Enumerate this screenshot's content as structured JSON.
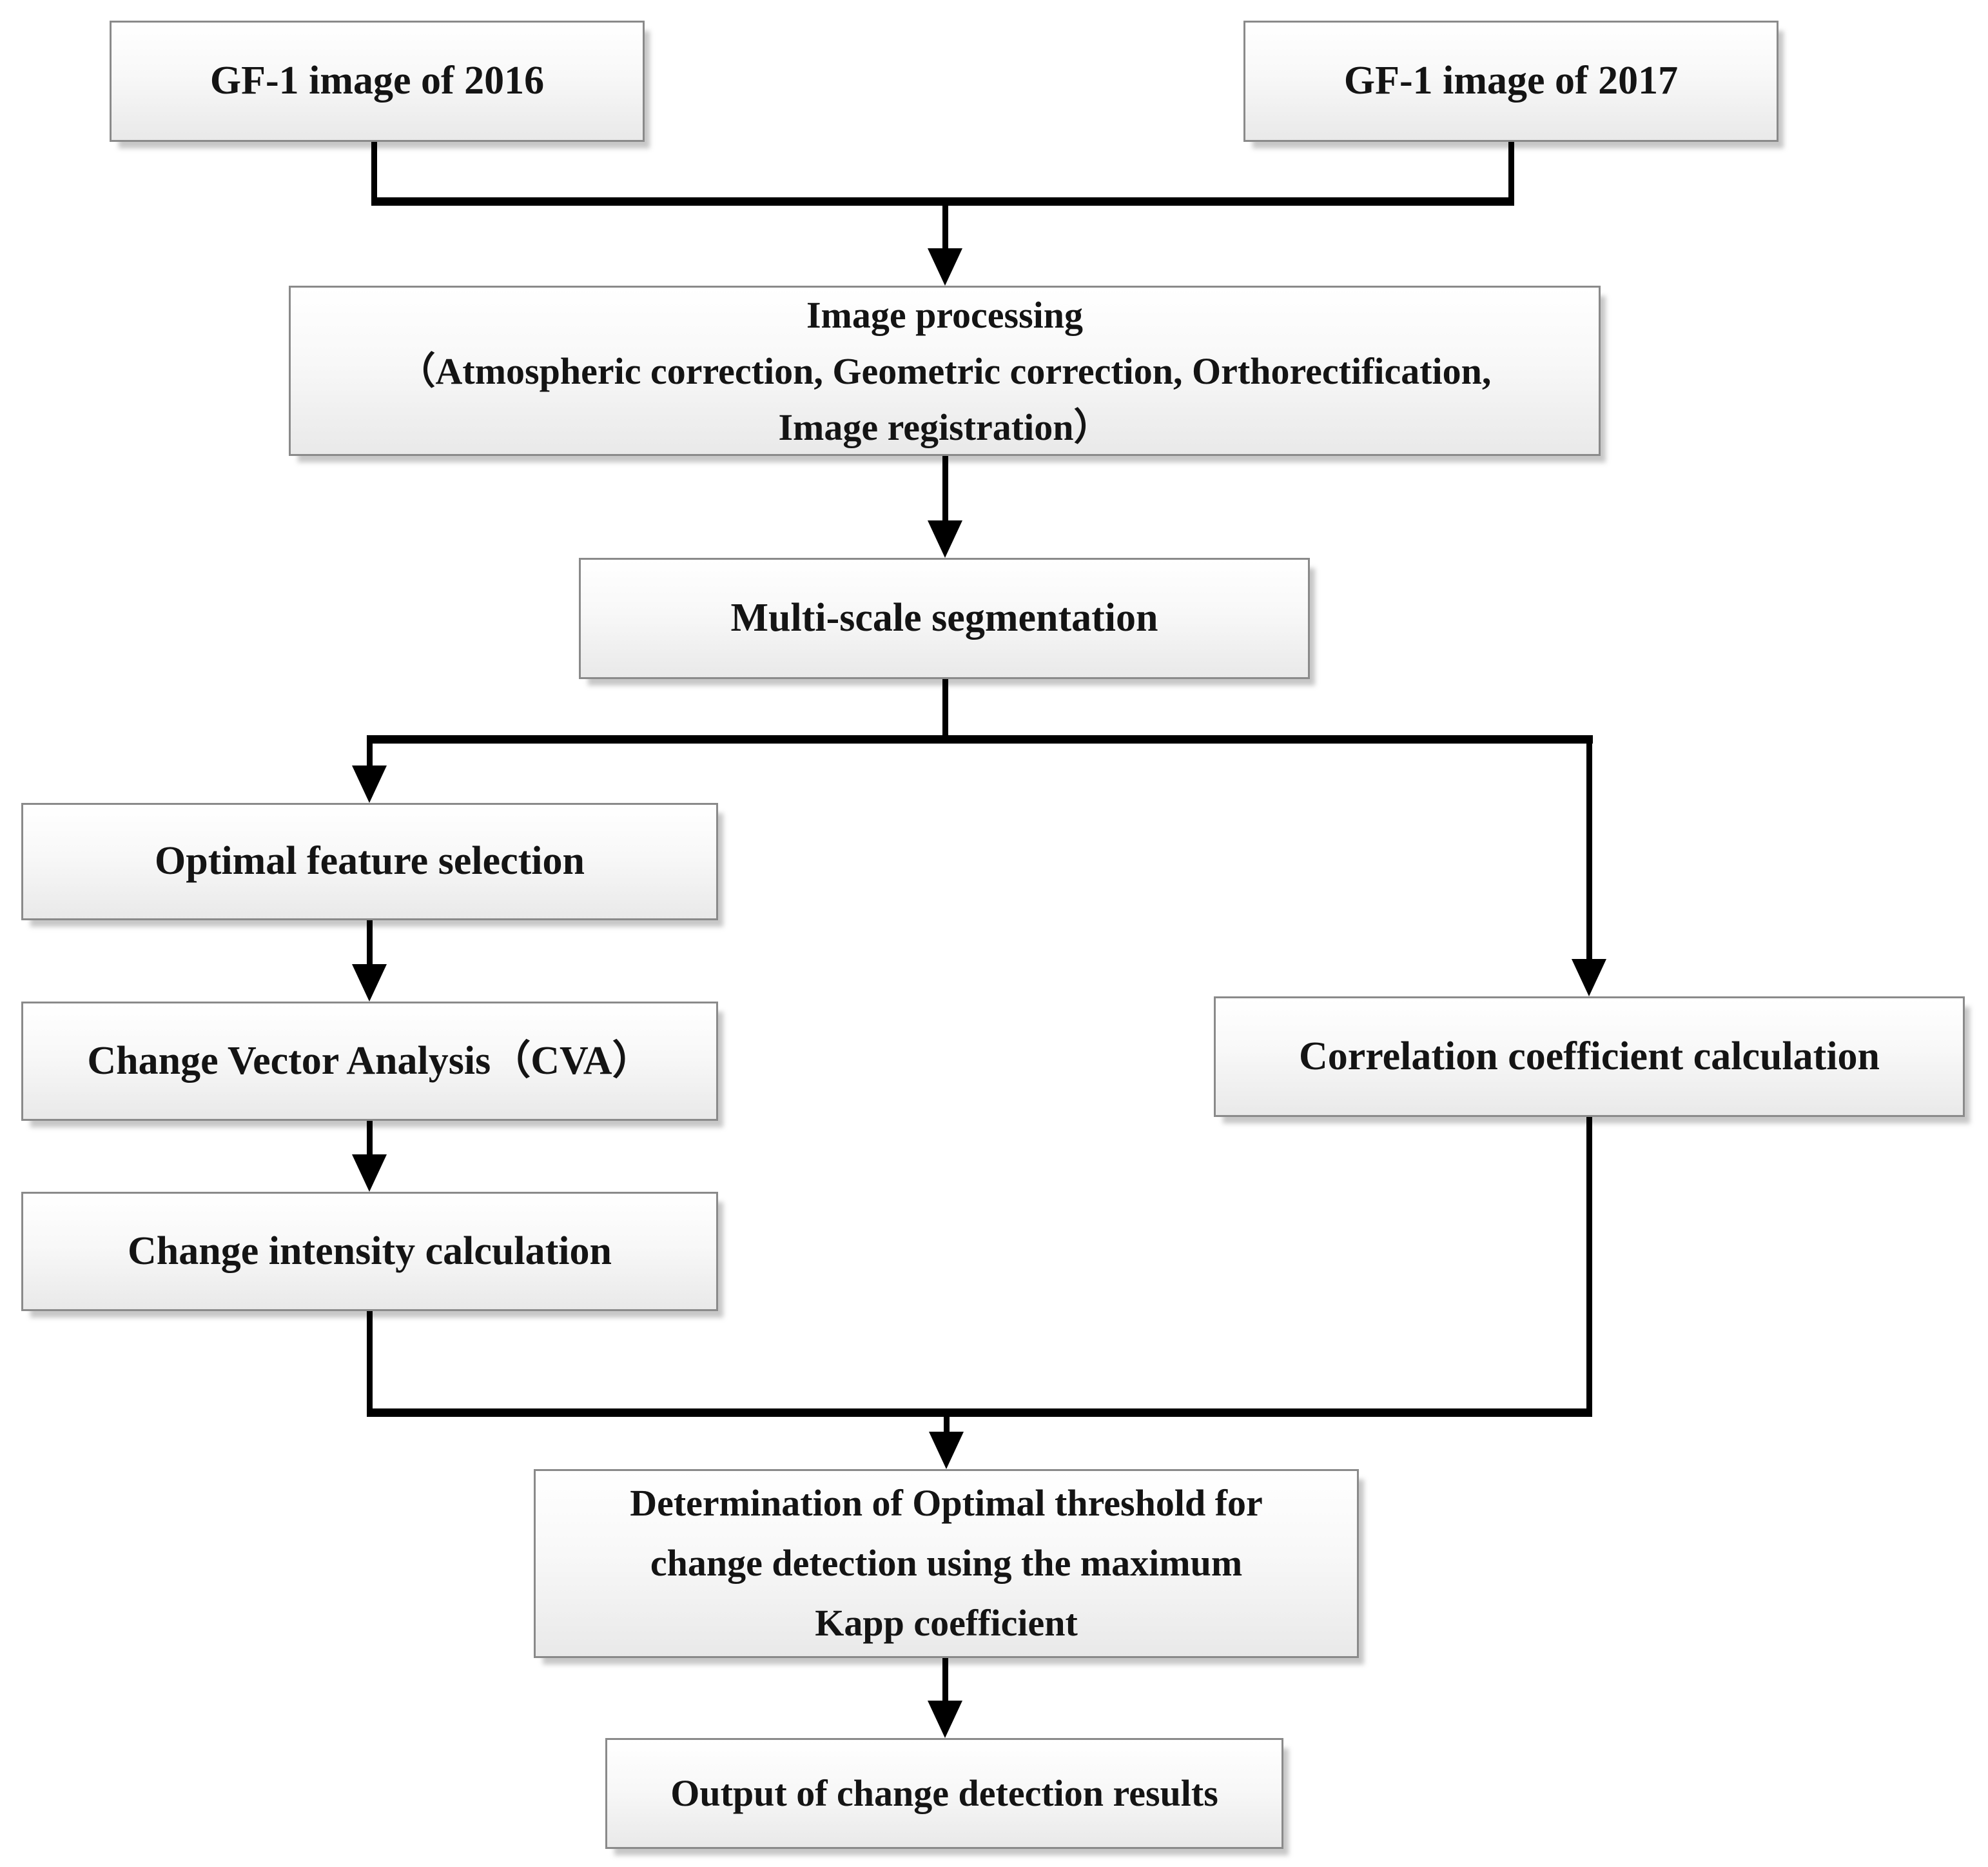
{
  "diagram": {
    "type": "flowchart",
    "nodes": [
      {
        "id": "gf1-2016",
        "label": "GF-1 image of 2016"
      },
      {
        "id": "gf1-2017",
        "label": "GF-1 image of 2017"
      },
      {
        "id": "image-processing",
        "label": "Image processing\n（Atmospheric correction, Geometric correction, Orthorectification,\nImage registration）"
      },
      {
        "id": "multi-scale-segmentation",
        "label": "Multi-scale segmentation"
      },
      {
        "id": "optimal-feature-selection",
        "label": "Optimal feature selection"
      },
      {
        "id": "change-vector-analysis",
        "label": "Change Vector Analysis（CVA）"
      },
      {
        "id": "change-intensity-calculation",
        "label": "Change intensity calculation"
      },
      {
        "id": "correlation-coefficient-calculation",
        "label": "Correlation coefficient calculation"
      },
      {
        "id": "optimal-threshold-determination",
        "label": "Determination of Optimal threshold for\nchange detection using the maximum\nKapp coefficient"
      },
      {
        "id": "output-results",
        "label": "Output of change detection results"
      }
    ],
    "edges": [
      {
        "from": "gf1-2016",
        "to": "image-processing"
      },
      {
        "from": "gf1-2017",
        "to": "image-processing"
      },
      {
        "from": "image-processing",
        "to": "multi-scale-segmentation"
      },
      {
        "from": "multi-scale-segmentation",
        "to": "optimal-feature-selection"
      },
      {
        "from": "multi-scale-segmentation",
        "to": "correlation-coefficient-calculation"
      },
      {
        "from": "optimal-feature-selection",
        "to": "change-vector-analysis"
      },
      {
        "from": "change-vector-analysis",
        "to": "change-intensity-calculation"
      },
      {
        "from": "change-intensity-calculation",
        "to": "optimal-threshold-determination"
      },
      {
        "from": "correlation-coefficient-calculation",
        "to": "optimal-threshold-determination"
      },
      {
        "from": "optimal-threshold-determination",
        "to": "output-results"
      }
    ],
    "colors": {
      "background": "#ffffff",
      "node_fill_top": "#ffffff",
      "node_fill_bottom": "#e9e9e9",
      "node_border": "#8a8a8a",
      "connector": "#000000",
      "text": "#141414"
    }
  }
}
